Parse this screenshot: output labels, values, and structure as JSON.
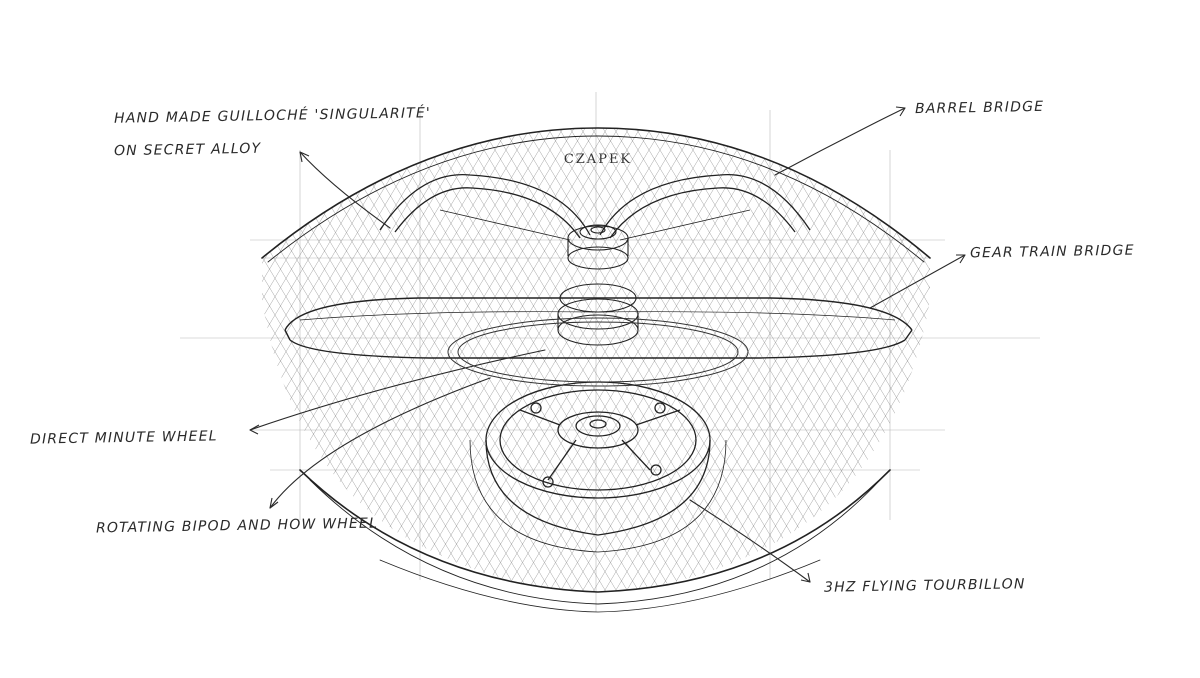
{
  "labels": {
    "guilloche_line1": "HAND MADE GUILLOCHÉ 'SINGULARITÉ'",
    "guilloche_line2": "ON SECRET ALLOY",
    "barrel_bridge": "BARREL BRIDGE",
    "gear_train_bridge": "GEAR TRAIN BRIDGE",
    "direct_minute_wheel": "DIRECT MINUTE WHEEL",
    "rotating_bipod": "ROTATING BIPOD AND HOW WHEEL",
    "flying_tourbillon": "3HZ FLYING TOURBILLON"
  },
  "dial_logo": "CZAPEK",
  "colors": {
    "ink": "#2a2a2a",
    "paper": "#ffffff"
  }
}
